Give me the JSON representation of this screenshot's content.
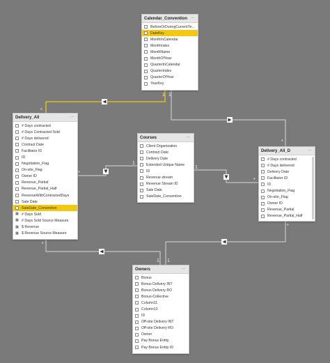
{
  "tables": {
    "calendar": {
      "title": "Calendar_Convention",
      "fields": [
        {
          "label": "BeforeOrDuringCurrentYe...",
          "icon": "table-icon"
        },
        {
          "label": "DateKey",
          "icon": "table-icon",
          "highlight": true
        },
        {
          "label": "MonthInCalendar",
          "icon": "table-icon"
        },
        {
          "label": "MonthIndex",
          "icon": "table-icon"
        },
        {
          "label": "MonthName",
          "icon": "table-icon"
        },
        {
          "label": "MonthOfYear",
          "icon": "table-icon"
        },
        {
          "label": "QuarterInCalendar",
          "icon": "table-icon"
        },
        {
          "label": "QuarterIndex",
          "icon": "table-icon"
        },
        {
          "label": "QuarterOfYear",
          "icon": "table-icon"
        },
        {
          "label": "YearKey",
          "icon": "table-icon"
        }
      ]
    },
    "delivery_all": {
      "title": "Delivery_All",
      "fields": [
        {
          "label": "# Days contracted",
          "icon": "table-icon"
        },
        {
          "label": "# Days Contracted Sold",
          "icon": "table-icon"
        },
        {
          "label": "# Days delivered",
          "icon": "table-icon"
        },
        {
          "label": "Contract Date",
          "icon": "table-icon"
        },
        {
          "label": "Facilitator ID",
          "icon": "table-icon"
        },
        {
          "label": "ID",
          "icon": "table-icon"
        },
        {
          "label": "Negotiation_Flag",
          "icon": "table-icon"
        },
        {
          "label": "On-site_Flag",
          "icon": "table-icon"
        },
        {
          "label": "Owner ID",
          "icon": "table-icon"
        },
        {
          "label": "Revenue_Partial",
          "icon": "table-icon"
        },
        {
          "label": "Revenue_Partial_Half",
          "icon": "table-icon"
        },
        {
          "label": "RevenueWithContractedDays",
          "icon": "table-icon"
        },
        {
          "label": "Sale Date",
          "icon": "table-icon"
        },
        {
          "label": "SaleDate_Convention",
          "icon": "table-icon",
          "highlight": true
        },
        {
          "label": "# Days Sold",
          "icon": "sum-icon"
        },
        {
          "label": "# Days Sold Source Measure",
          "icon": "sum-icon"
        },
        {
          "label": "$ Revenue",
          "icon": "sum-icon"
        },
        {
          "label": "$ Revenue Source Measure",
          "icon": "sum-icon"
        }
      ]
    },
    "courses": {
      "title": "Courses",
      "fields": [
        {
          "label": "Client Organization",
          "icon": "table-icon"
        },
        {
          "label": "Contract Date",
          "icon": "table-icon"
        },
        {
          "label": "Delivery Date",
          "icon": "table-icon"
        },
        {
          "label": "Extended Unique Name",
          "icon": "table-icon"
        },
        {
          "label": "ID",
          "icon": "table-icon"
        },
        {
          "label": "Revenue stream",
          "icon": "table-icon"
        },
        {
          "label": "Revenue Stream ID",
          "icon": "table-icon"
        },
        {
          "label": "Sale Date",
          "icon": "table-icon"
        },
        {
          "label": "SaleDate_Convention",
          "icon": "table-icon"
        }
      ]
    },
    "delivery_all_d": {
      "title": "Delivery_All_D",
      "fields": [
        {
          "label": "# Days contracted",
          "icon": "table-icon"
        },
        {
          "label": "# Days delivered",
          "icon": "table-icon"
        },
        {
          "label": "Delivery Date",
          "icon": "table-icon"
        },
        {
          "label": "Facilitator ID",
          "icon": "table-icon"
        },
        {
          "label": "ID",
          "icon": "table-icon"
        },
        {
          "label": "Negotiation_Flag",
          "icon": "table-icon"
        },
        {
          "label": "On-site_Flag",
          "icon": "table-icon"
        },
        {
          "label": "Owner ID",
          "icon": "table-icon"
        },
        {
          "label": "Revenue_Partial",
          "icon": "table-icon"
        },
        {
          "label": "Revenue_Partial_Half",
          "icon": "table-icon"
        }
      ]
    },
    "owners": {
      "title": "Owners",
      "fields": [
        {
          "label": "Bonus",
          "icon": "table-icon"
        },
        {
          "label": "Bonus Delivery INT",
          "icon": "table-icon"
        },
        {
          "label": "Bonus Delivery RO",
          "icon": "table-icon"
        },
        {
          "label": "Bonus-Collective",
          "icon": "table-icon"
        },
        {
          "label": "Column11",
          "icon": "table-icon"
        },
        {
          "label": "Column12",
          "icon": "table-icon"
        },
        {
          "label": "ID",
          "icon": "table-icon"
        },
        {
          "label": "Off-site Delivery INT",
          "icon": "table-icon"
        },
        {
          "label": "Off-site Delivery RO",
          "icon": "table-icon"
        },
        {
          "label": "Owner",
          "icon": "table-icon"
        },
        {
          "label": "Pay Bonus Entity",
          "icon": "table-icon"
        },
        {
          "label": "Pay Bonus Entity ID",
          "icon": "table-icon"
        }
      ]
    }
  },
  "menu_glyph": "···",
  "cardinality": {
    "one": "1",
    "many": "*"
  },
  "colors": {
    "canvas": "#7a7a7a",
    "highlight": "#f2c811",
    "line": "#d8d8d8",
    "active_line": "#f2c811"
  }
}
